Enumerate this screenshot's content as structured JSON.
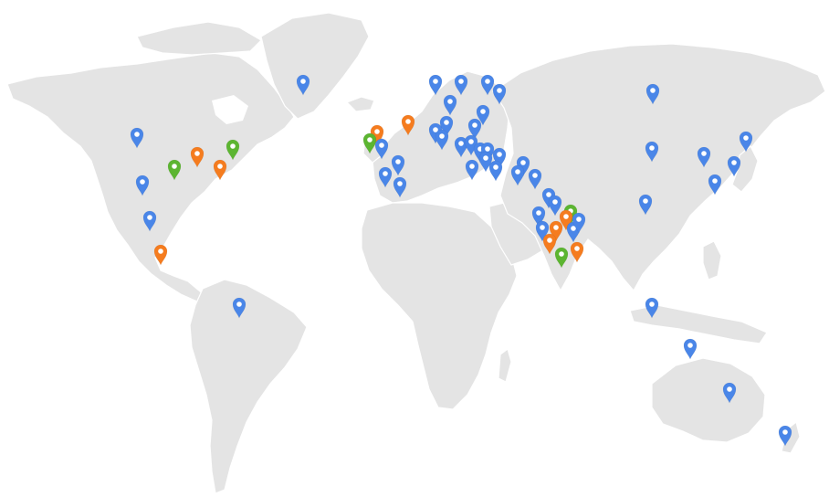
{
  "map": {
    "type": "world-map",
    "background": "#ffffff",
    "land_color": "#e4e4e4",
    "marker_icon": "map-pin-icon",
    "marker_colors": {
      "blue": "#4a86e8",
      "orange": "#f57c1f",
      "green": "#5cb531"
    }
  },
  "markers": [
    {
      "color": "blue"
    },
    {
      "color": "blue"
    },
    {
      "color": "green"
    },
    {
      "color": "orange"
    },
    {
      "color": "orange"
    },
    {
      "color": "green"
    },
    {
      "color": "blue"
    },
    {
      "color": "orange"
    },
    {
      "color": "blue"
    },
    {
      "color": "blue"
    },
    {
      "color": "orange"
    },
    {
      "color": "green"
    },
    {
      "color": "blue"
    },
    {
      "color": "orange"
    },
    {
      "color": "blue"
    },
    {
      "color": "blue"
    },
    {
      "color": "blue"
    },
    {
      "color": "blue"
    },
    {
      "color": "blue"
    },
    {
      "color": "blue"
    },
    {
      "color": "blue"
    },
    {
      "color": "blue"
    },
    {
      "color": "blue"
    },
    {
      "color": "blue"
    },
    {
      "color": "blue"
    },
    {
      "color": "blue"
    },
    {
      "color": "blue"
    },
    {
      "color": "blue"
    },
    {
      "color": "blue"
    },
    {
      "color": "blue"
    },
    {
      "color": "blue"
    },
    {
      "color": "blue"
    },
    {
      "color": "blue"
    },
    {
      "color": "blue"
    },
    {
      "color": "blue"
    },
    {
      "color": "blue"
    },
    {
      "color": "blue"
    },
    {
      "color": "blue"
    },
    {
      "color": "blue"
    },
    {
      "color": "blue"
    },
    {
      "color": "blue"
    },
    {
      "color": "blue"
    },
    {
      "color": "green"
    },
    {
      "color": "orange"
    },
    {
      "color": "orange"
    },
    {
      "color": "blue"
    },
    {
      "color": "orange"
    },
    {
      "color": "green"
    },
    {
      "color": "orange"
    },
    {
      "color": "blue"
    },
    {
      "color": "blue"
    },
    {
      "color": "blue"
    },
    {
      "color": "blue"
    },
    {
      "color": "blue"
    },
    {
      "color": "blue"
    },
    {
      "color": "blue"
    },
    {
      "color": "blue"
    },
    {
      "color": "blue"
    },
    {
      "color": "blue"
    },
    {
      "color": "blue"
    },
    {
      "color": "blue"
    }
  ]
}
